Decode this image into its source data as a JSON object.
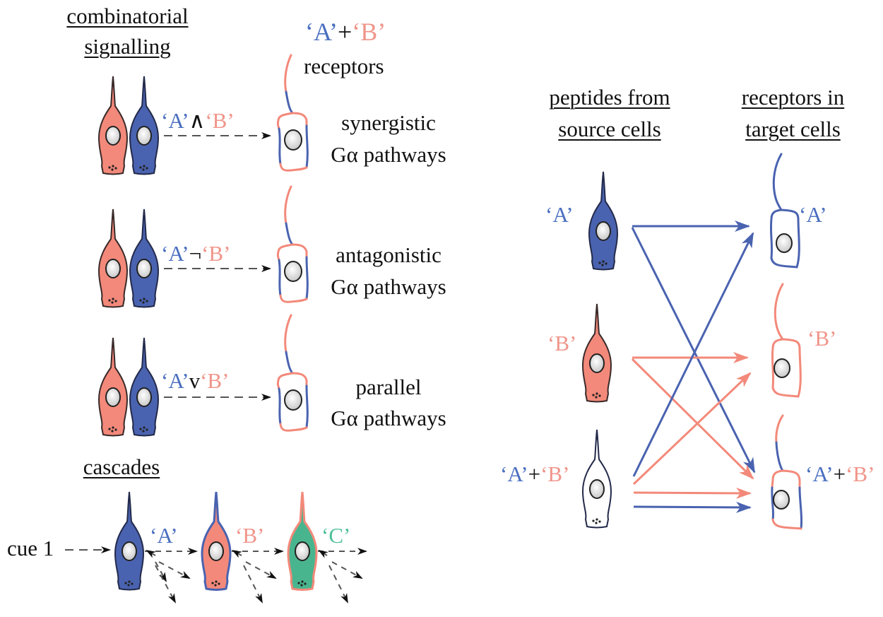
{
  "colors": {
    "peptide_A": "#4a6fbf",
    "peptide_B": "#f0958a",
    "peptide_C": "#4fbf9a",
    "cell_blue_fill": "#4a63b0",
    "cell_pink_fill": "#f3897a",
    "cell_green_fill": "#49b58e",
    "arrow_dashed": "#555555"
  },
  "left_panel": {
    "heading_line1": "combinatorial",
    "heading_line2": "signalling",
    "receptor_header": {
      "a": "‘A’",
      "plus": "+",
      "b": "‘B’",
      "label": "receptors"
    },
    "rows": [
      {
        "a": "‘A’",
        "operator": "∧",
        "b": "‘B’",
        "line1": "synergistic",
        "line2": "Gα pathways"
      },
      {
        "a": "‘A’",
        "operator": "¬",
        "b": "‘B’",
        "line1": "antagonistic",
        "line2": "Gα pathways"
      },
      {
        "a": "‘A’",
        "operator": "v",
        "b": "‘B’",
        "line1": "parallel",
        "line2": "Gα pathways"
      }
    ],
    "cascades": {
      "heading": "cascades",
      "cue": "cue 1",
      "peptides": [
        "‘A’",
        "‘B’",
        "‘C’"
      ]
    }
  },
  "right_panel": {
    "source_heading_line1": "peptides from",
    "source_heading_line2": "source cells",
    "target_heading_line1": "receptors in",
    "target_heading_line2": "target cells",
    "sources": [
      {
        "a": "‘A’"
      },
      {
        "b": "‘B’"
      },
      {
        "a": "‘A’",
        "plus": "+",
        "b": "‘B’"
      }
    ],
    "targets": [
      {
        "a": "‘A’"
      },
      {
        "b": "‘B’"
      },
      {
        "a": "‘A’",
        "plus": "+",
        "b": "‘B’"
      }
    ]
  }
}
